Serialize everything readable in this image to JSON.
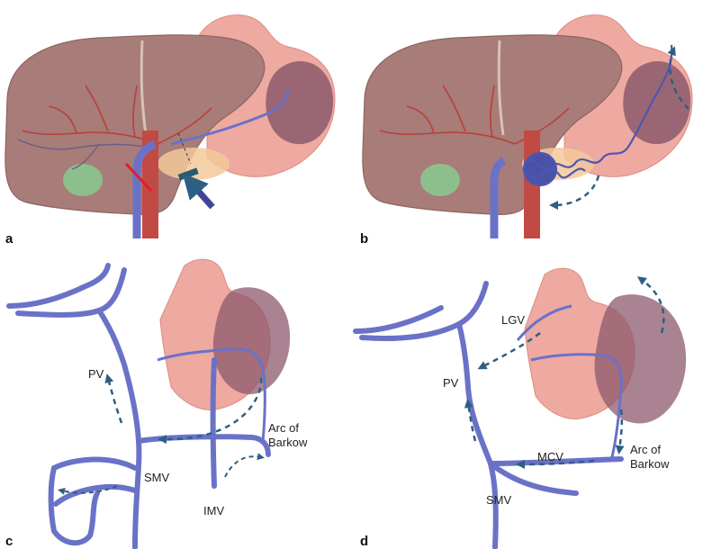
{
  "panels": {
    "a": {
      "letter": "a"
    },
    "b": {
      "letter": "b"
    },
    "c": {
      "letter": "c",
      "labels": {
        "pv": "PV",
        "smv": "SMV",
        "imv": "IMV",
        "arc_line1": "Arc of",
        "arc_line2": "Barkow"
      }
    },
    "d": {
      "letter": "d",
      "labels": {
        "lgv": "LGV",
        "pv": "PV",
        "smv": "SMV",
        "mcv": "MCV",
        "arc_line1": "Arc of",
        "arc_line2": "Barkow"
      }
    }
  },
  "colors": {
    "liver": "#a87c78",
    "liver_dark": "#8e6460",
    "stomach": "#eea9a1",
    "stomach_dark": "#dd8c84",
    "spleen": "#8c5a6c",
    "vein": "#6a72c8",
    "vein_dark": "#3f4596",
    "artery": "#b8403a",
    "arrow": "#2e5f82",
    "pancreas": "#f3c99a",
    "gallbladder": "#8dbf8c"
  }
}
